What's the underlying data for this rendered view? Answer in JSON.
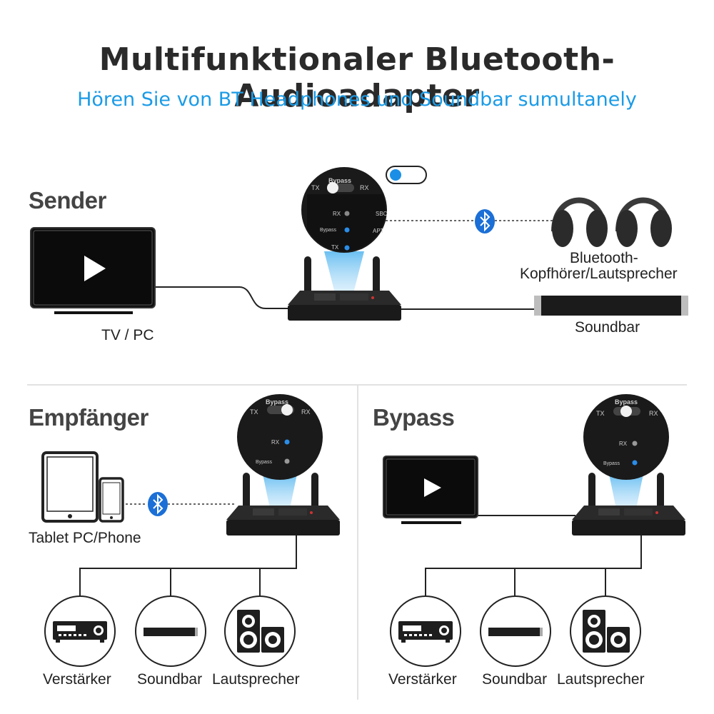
{
  "header": {
    "title": "Multifunktionaler Bluetooth-Audioadapter",
    "subtitle": "Hören Sie von BT Headphones und Soundbar sumultanely"
  },
  "colors": {
    "accent": "#1b9be6",
    "led_blue": "#2a8de8",
    "device": "#1e1e1e"
  },
  "sender": {
    "title": "Sender",
    "source_label": "TV / PC",
    "headphones_label_line1": "Bluetooth-",
    "headphones_label_line2": "Kopfhörer/Lautsprecher",
    "soundbar_label": "Soundbar",
    "toggle_state": "TX",
    "zoom": {
      "bypass": "Bypass",
      "tx": "TX",
      "rx": "RX",
      "led_rx": "RX",
      "led_bypass": "Bypass",
      "led_tx": "TX",
      "sbc": "SBC",
      "apt": "APT"
    }
  },
  "receiver": {
    "title": "Empfänger",
    "source_label": "Tablet PC/Phone",
    "zoom": {
      "bypass": "Bypass",
      "tx": "TX",
      "rx": "RX",
      "led_rx": "RX",
      "led_bypass": "Bypass"
    },
    "outputs": [
      "Verstärker",
      "Soundbar",
      "Lautsprecher"
    ]
  },
  "bypass": {
    "title": "Bypass",
    "zoom": {
      "bypass": "Bypass",
      "tx": "TX",
      "rx": "RX",
      "led_rx": "RX",
      "led_bypass": "Bypass"
    },
    "outputs": [
      "Verstärker",
      "Soundbar",
      "Lautsprecher"
    ]
  },
  "icons": [
    "play-icon",
    "bluetooth-icon",
    "headphones-icon",
    "soundbar-icon",
    "amplifier-icon",
    "speaker-icon",
    "tablet-icon",
    "phone-icon"
  ]
}
